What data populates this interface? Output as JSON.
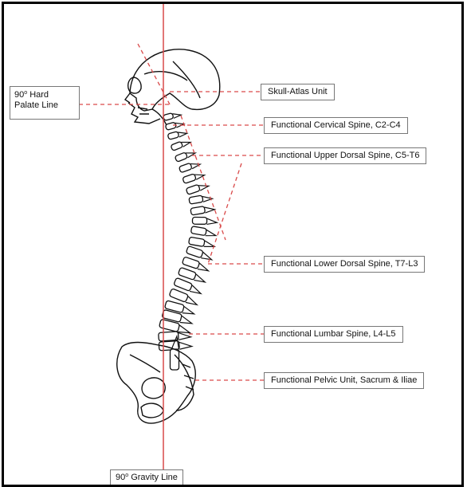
{
  "left_label": {
    "prefix": "90",
    "degree": "o",
    "line1_rest": " Hard",
    "line2": "Palate Line"
  },
  "bottom_label": {
    "prefix": "90",
    "degree": "o",
    "rest": " Gravity Line"
  },
  "segments": [
    {
      "label": "Skull-Atlas Unit"
    },
    {
      "label": "Functional Cervical Spine, C2-C4"
    },
    {
      "label": "Functional Upper Dorsal Spine, C5-T6"
    },
    {
      "label": "Functional Lower Dorsal Spine, T7-L3"
    },
    {
      "label": "Functional Lumbar Spine, L4-L5"
    },
    {
      "label": "Functional Pelvic Unit, Sacrum & Iliae"
    }
  ],
  "colors": {
    "guide_line": "#d94a4a",
    "outline": "#111111",
    "label_border": "#777777"
  }
}
